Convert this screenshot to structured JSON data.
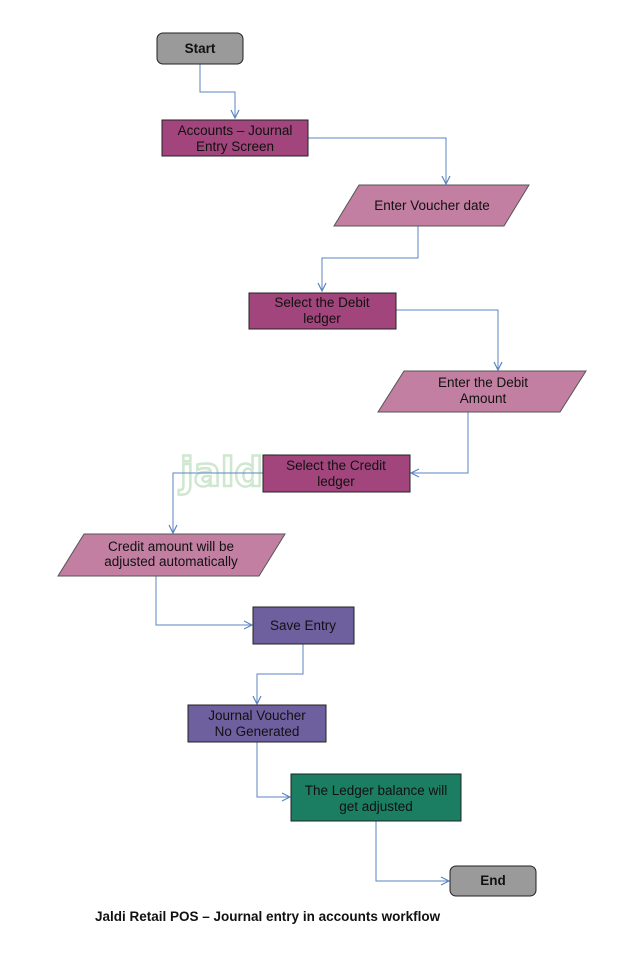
{
  "colors": {
    "terminal": "#9a9a9a",
    "process_plum": "#a1457c",
    "io_pink": "#c27fa1",
    "process_violet": "#6e5f9f",
    "process_green": "#1b7d62",
    "connector": "#5b85c2",
    "watermark": "#cfe7cf"
  },
  "watermark": {
    "text": "jaldi"
  },
  "nodes": {
    "start": {
      "shape": "terminal",
      "lines": [
        "Start"
      ]
    },
    "journal_screen": {
      "shape": "process",
      "lines": [
        "Accounts – Journal",
        "Entry Screen"
      ]
    },
    "voucher_date": {
      "shape": "io",
      "lines": [
        "Enter Voucher date"
      ]
    },
    "debit_ledger": {
      "shape": "process",
      "lines": [
        "Select the Debit",
        "ledger"
      ]
    },
    "debit_amount": {
      "shape": "io",
      "lines": [
        "Enter the Debit",
        "Amount"
      ]
    },
    "credit_ledger": {
      "shape": "process",
      "lines": [
        "Select the Credit",
        "ledger"
      ]
    },
    "credit_amount": {
      "shape": "io",
      "lines": [
        "Credit amount will be",
        "adjusted automatically"
      ]
    },
    "save_entry": {
      "shape": "process",
      "lines": [
        "Save Entry"
      ]
    },
    "voucher_generated": {
      "shape": "process",
      "lines": [
        "Journal Voucher",
        "No Generated"
      ]
    },
    "ledger_balance": {
      "shape": "process",
      "lines": [
        "The Ledger balance will",
        "get adjusted"
      ]
    },
    "end": {
      "shape": "terminal",
      "lines": [
        "End"
      ]
    }
  },
  "edges": [
    [
      "start",
      "journal_screen"
    ],
    [
      "journal_screen",
      "voucher_date"
    ],
    [
      "voucher_date",
      "debit_ledger"
    ],
    [
      "debit_ledger",
      "debit_amount"
    ],
    [
      "debit_amount",
      "credit_ledger"
    ],
    [
      "credit_ledger",
      "credit_amount"
    ],
    [
      "credit_amount",
      "save_entry"
    ],
    [
      "save_entry",
      "voucher_generated"
    ],
    [
      "voucher_generated",
      "ledger_balance"
    ],
    [
      "ledger_balance",
      "end"
    ]
  ],
  "caption": "Jaldi Retail POS – Journal entry in accounts workflow"
}
